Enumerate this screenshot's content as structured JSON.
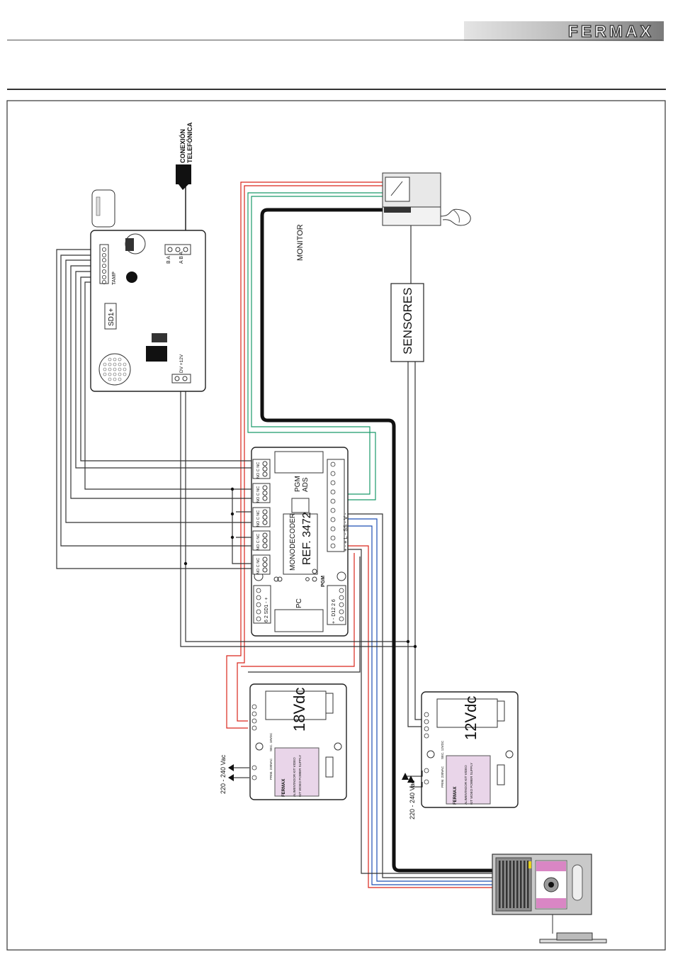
{
  "header": {
    "logo_text": "FERMAX"
  },
  "labels": {
    "phone_connection_line1": "CONEXIÓN",
    "phone_connection_line2": "TELEFÓNICA",
    "monitor": "MONITOR",
    "sensors": "SENSORES",
    "sd1": "SD1+",
    "tamp": "TAMP",
    "dialer_terminals": "B A",
    "dialer_terminals2": "A B A",
    "dv_12v": "DV  +12V",
    "monodecoder": "MONODECODER",
    "ref": "REF. 3472",
    "pgm_ads_line1": "PGM",
    "pgm_ads_line2": "ADS",
    "pgm": "PGM",
    "pc": "PC",
    "relay_terminal": "NO C NC",
    "bus_terminals": "+ -  + L -  SS -  V -",
    "sd1_terminals": "6 2 SD1 - +",
    "d12_terminals": "+ - D12 2 6",
    "psu18_voltage": "18Vdc",
    "psu12_voltage": "12Vdc",
    "psu_caption_line1": "ALIMENTADOR KIT VIDEO",
    "psu_caption_line2": "KIT VIDEO POWER SUPPLY",
    "psu_brand": "FERMAX",
    "psu_sec18": "SEC. 18VDC",
    "psu_sec12": "SEC. 12VDC",
    "psu_pri": "PRIM. 230VAC",
    "mains18": "220 - 240 Vac",
    "mains12": "220 - 240 Vac"
  },
  "colors": {
    "red_wire": "#d9261c",
    "green_wire": "#1a9a6a",
    "blue_wire": "#1f4fb5",
    "bus_wire": "#111111",
    "line": "#333333"
  }
}
